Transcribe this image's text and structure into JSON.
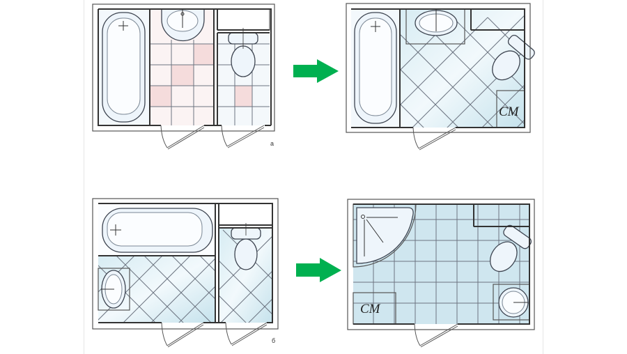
{
  "figure": {
    "variant_a": {
      "label": "а",
      "after_appliance_label": "СМ"
    },
    "variant_b": {
      "label": "б",
      "after_appliance_label": "СМ"
    }
  },
  "colors": {
    "arrow": "#00b050",
    "tile_blue": "#cfe6ef",
    "tile_pink": "#f5dcdc",
    "wall": "#333333"
  },
  "icons": [
    "arrow-right-icon",
    "bathtub-icon",
    "sink-icon",
    "toilet-icon",
    "shower-tray-icon",
    "door-icon"
  ]
}
